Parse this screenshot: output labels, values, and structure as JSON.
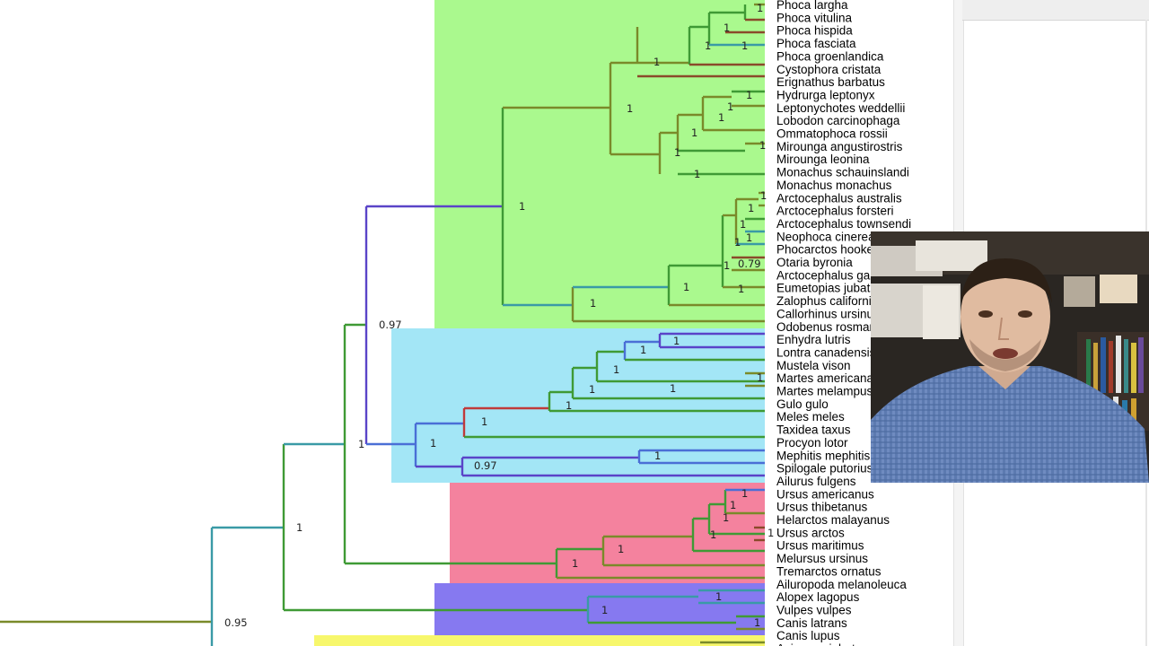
{
  "tree": {
    "taxa": [
      "Phoca largha",
      "Phoca vitulina",
      "Phoca hispida",
      "Phoca fasciata",
      "Phoca groenlandica",
      "Cystophora cristata",
      "Erignathus barbatus",
      "Hydrurga leptonyx",
      "Leptonychotes weddellii",
      "Lobodon carcinophaga",
      "Ommatophoca rossii",
      "Mirounga angustirostris",
      "Mirounga leonina",
      "Monachus schauinslandi",
      "Monachus monachus",
      "Arctocephalus australis",
      "Arctocephalus forsteri",
      "Arctocephalus townsendi",
      "Neophoca cinerea",
      "Phocarctos hookeri",
      "Otaria byronia",
      "Arctocephalus gazella",
      "Eumetopias jubatus",
      "Zalophus californianus",
      "Callorhinus ursinus",
      "Odobenus rosmarus",
      "Enhydra lutris",
      "Lontra canadensis",
      "Mustela vison",
      "Martes americana",
      "Martes melampus",
      "Gulo gulo",
      "Meles meles",
      "Taxidea taxus",
      "Procyon lotor",
      "Mephitis mephitis",
      "Spilogale putorius",
      "Ailurus fulgens",
      "Ursus americanus",
      "Ursus thibetanus",
      "Helarctos malayanus",
      "Ursus arctos",
      "Ursus maritimus",
      "Melursus ursinus",
      "Tremarctos ornatus",
      "Ailuropoda melanoleuca",
      "Alopex lagopus",
      "Vulpes vulpes",
      "Canis latrans",
      "Canis lupus",
      "Acinonyx jubatus"
    ],
    "support_labels": [
      "1",
      "1",
      "1",
      "1",
      "1",
      "1",
      "1",
      "1",
      "1",
      "1",
      "1",
      "1",
      "1",
      "1",
      "1",
      "1",
      "1",
      "1",
      "1",
      "1",
      "0.79",
      "1",
      "1",
      "1",
      "0.97",
      "1",
      "1",
      "1",
      "1",
      "1",
      "1",
      "1",
      "1",
      "0.97",
      "1",
      "1",
      "1",
      "1",
      "1",
      "1",
      "1",
      "1",
      "1",
      "1",
      "1",
      "1",
      "0.95",
      "1",
      "1"
    ],
    "clade_colors": {
      "green": "#aaf98e",
      "cyan": "#a3e6f6",
      "pink": "#f4829e",
      "purple": "#8679f0",
      "yellow": "#f7f76c"
    },
    "branch_colors": {
      "olive": "#7a8a2a",
      "green": "#3f9a35",
      "blue": "#4a6fd6",
      "purple": "#5a44c8",
      "teal": "#3a9aa6",
      "red": "#c03a3a",
      "brown": "#8a4a2a"
    }
  },
  "webcam": {
    "description_icon": "presenter-webcam"
  }
}
